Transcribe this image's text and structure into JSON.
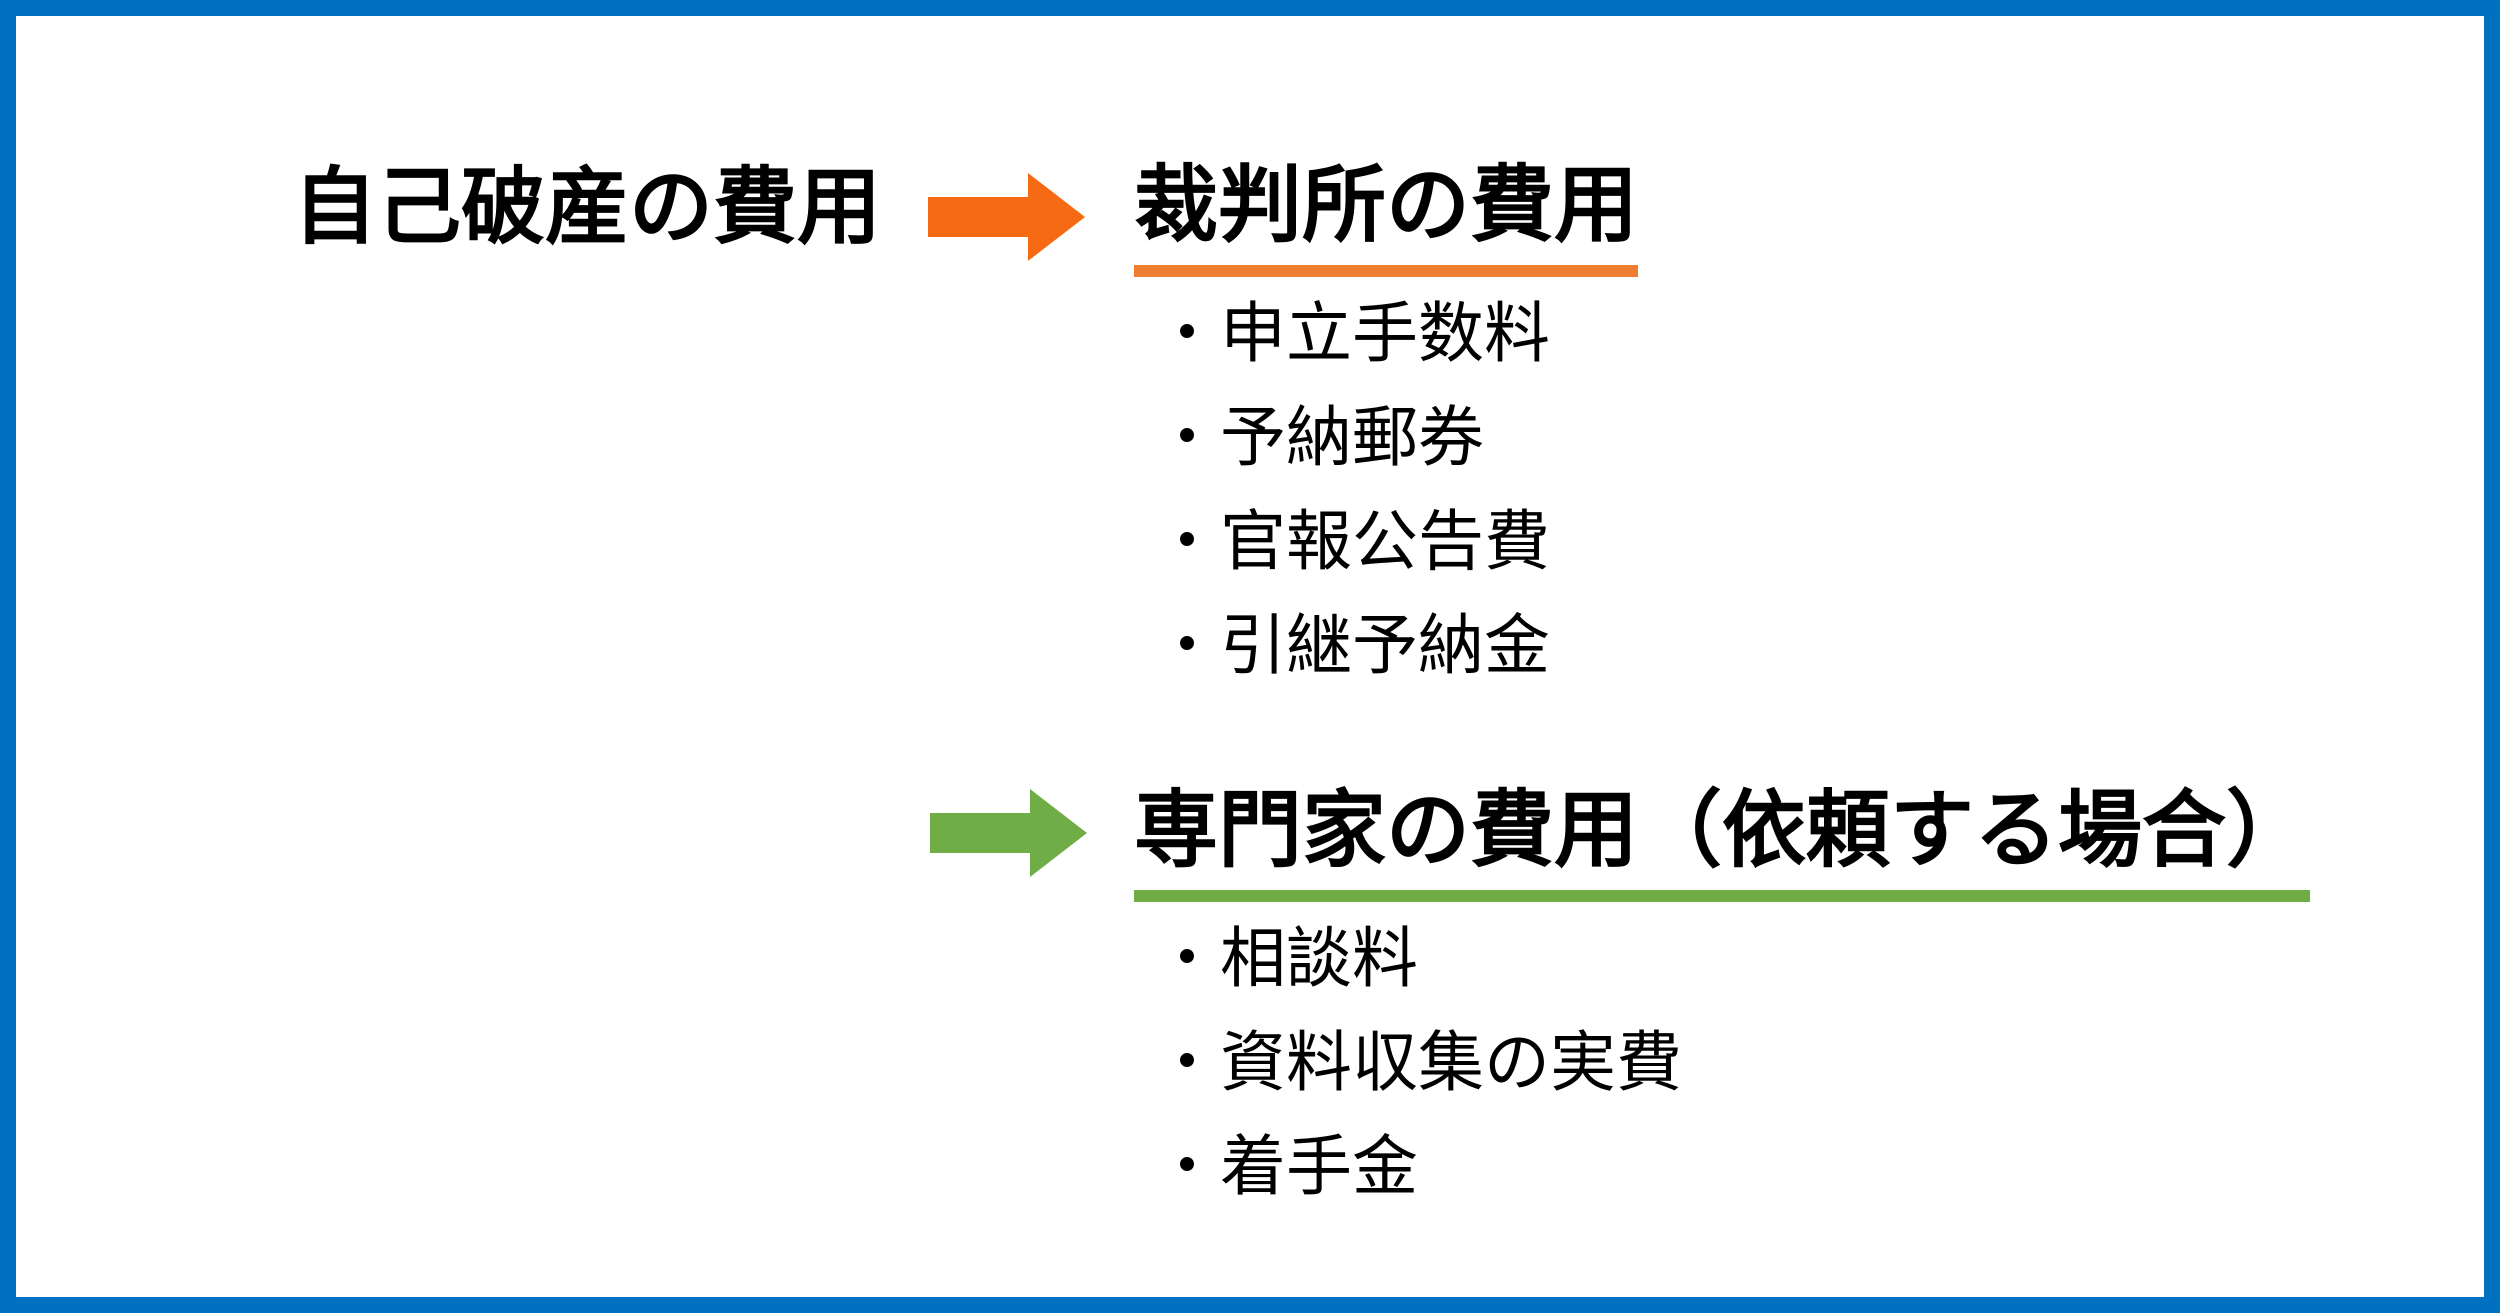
{
  "title": "自己破産の費用",
  "sections": [
    {
      "heading": "裁判所の費用",
      "arrow": "orange-right-arrow",
      "items": [
        "・申立手数料",
        "・予納郵券",
        "・官報公告費",
        "・引継予納金"
      ]
    },
    {
      "heading": "専門家の費用（依頼する場合）",
      "arrow": "green-right-arrow",
      "items": [
        "・相談料",
        "・資料収集の実費",
        "・着手金"
      ]
    }
  ],
  "colors": {
    "frame_border": "#0070C0",
    "arrow_orange": "#F56A13",
    "underline_orange": "#ED7D31",
    "arrow_green": "#70AD47",
    "underline_green": "#70AD47",
    "text": "#000000",
    "background": "#FFFFFF"
  }
}
